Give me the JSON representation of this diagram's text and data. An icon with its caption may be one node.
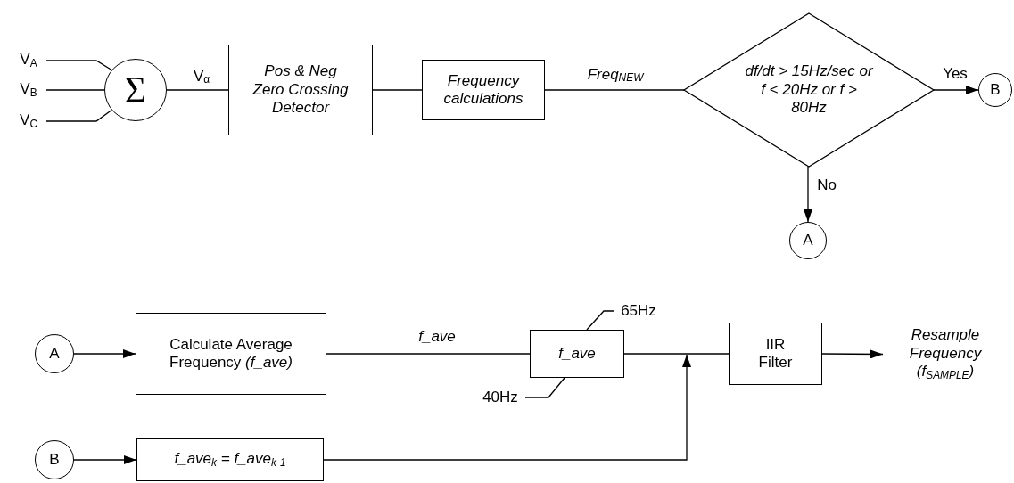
{
  "diagram": {
    "nodes": [
      {
        "text": [
          "V$_{A}$"
        ]
      },
      {
        "text": [
          "V$_{B}$"
        ]
      },
      {
        "text": [
          "V$_{C}$"
        ]
      },
      {
        "text": [
          "Σ"
        ]
      },
      {
        "text": [
          "Pos & Neg Zero Crossing Detector"
        ]
      },
      {
        "text": [
          "Frequency calculations"
        ]
      },
      {
        "text": [
          "df/dt > 15Hz/sec or f < 20Hz or f > 80Hz"
        ]
      },
      {
        "text": [
          "B"
        ]
      },
      {
        "text": [
          "A"
        ]
      },
      {
        "text": [
          "A"
        ]
      },
      {
        "text": [
          "Calculate Average Frequency *(f_ave)*"
        ]
      },
      {
        "text": [
          "f_ave"
        ]
      },
      {
        "text": [
          "IIR Filter"
        ]
      },
      {
        "text": [
          "Resample Frequency (f$_{SAMPLE}$)"
        ]
      },
      {
        "text": [
          "B"
        ]
      },
      {
        "text": [
          "f_ave$_{k}$ = f_ave$_{k-1}$"
        ]
      },
      {
        "text": [
          "65Hz"
        ]
      },
      {
        "text": [
          "40Hz"
        ]
      }
    ],
    "edges": [
      {
        "from": 0,
        "to": 3,
        "arrow": "none"
      },
      {
        "from": 1,
        "to": 3,
        "arrow": "none"
      },
      {
        "from": 2,
        "to": 3,
        "arrow": "none"
      },
      {
        "from": 3,
        "to": 4,
        "arrow": "none",
        "label": "V$_{α}$"
      },
      {
        "from": 4,
        "to": 5,
        "arrow": "none"
      },
      {
        "from": 5,
        "to": 6,
        "arrow": "none",
        "label": "Freq$_{NEW}$"
      },
      {
        "from": 6,
        "to": 7,
        "arrow": "to",
        "label": "Yes"
      },
      {
        "from": 6,
        "to": 8,
        "arrow": "to",
        "label": "No"
      },
      {
        "from": 9,
        "to": 10,
        "arrow": "to"
      },
      {
        "from": 10,
        "to": 11,
        "arrow": "none",
        "label": "f_ave"
      },
      {
        "from": 11,
        "to": 12,
        "arrow": "none"
      },
      {
        "from": 15,
        "to": null,
        "arrow": "to"
      },
      {
        "from": 12,
        "to": 13,
        "arrow": "to"
      },
      {
        "from": 16,
        "to": 11,
        "arrow": "none"
      },
      {
        "from": 17,
        "to": 11,
        "arrow": "none"
      },
      {
        "from": 14,
        "to": 15,
        "arrow": "to"
      }
    ]
  }
}
